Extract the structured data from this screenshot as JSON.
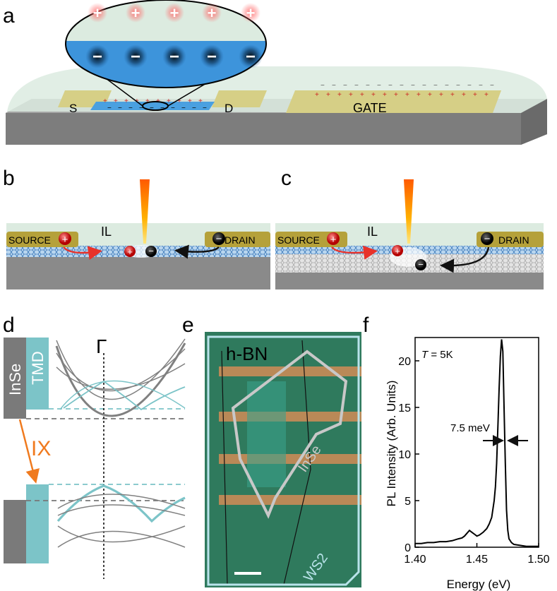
{
  "panels": {
    "a": {
      "letter": "a",
      "source_label": "S",
      "drain_label": "D",
      "gate_label": "GATE",
      "zoom_plus": "+",
      "zoom_minus": "−"
    },
    "b": {
      "letter": "b",
      "il_label": "IL",
      "source_label": "SOURCE",
      "drain_label": "DRAIN",
      "plus": "+",
      "minus": "−"
    },
    "c": {
      "letter": "c",
      "il_label": "IL",
      "source_label": "SOURCE",
      "drain_label": "DRAIN",
      "plus": "+",
      "minus": "−"
    },
    "d": {
      "letter": "d",
      "inse_label": "InSe",
      "tmd_label": "TMD",
      "gamma_label": "Γ",
      "ix_label": "IX"
    },
    "e": {
      "letter": "e",
      "hbn_label": "h-BN",
      "inse_label": "InSe",
      "ws2_label": "WS2"
    },
    "f": {
      "letter": "f",
      "temperature_label": "T",
      "temperature_value": " = 5K",
      "linewidth_label": "7.5 meV"
    }
  },
  "colors": {
    "substrate": "#8a8a8a",
    "ionic_liquid": "#dcebe0",
    "electrode": "#d6cf86",
    "blue_layer": "#3d94db",
    "tmd_teal": "#7cc4c8",
    "inse_gray": "#7a7a7a",
    "ix_arrow": "#f07a1e",
    "optical_green": "#2f7a5d",
    "optical_stripe": "#c98b57"
  },
  "chart_data": {
    "type": "line",
    "title": "",
    "xlabel": "Energy (eV)",
    "ylabel": "PL Intensity (Arb. Units)",
    "xlim": [
      1.4,
      1.5
    ],
    "ylim": [
      0,
      22.5
    ],
    "x_ticks": [
      "1.40",
      "1.45",
      "1.50"
    ],
    "y_ticks": [
      "0",
      "5",
      "10",
      "15",
      "20"
    ],
    "x_tick_values": [
      1.4,
      1.45,
      1.5
    ],
    "y_tick_values": [
      0,
      5,
      10,
      15,
      20
    ],
    "grid": false,
    "series": [
      {
        "x": [
          1.4,
          1.405,
          1.41,
          1.415,
          1.42,
          1.425,
          1.43,
          1.435,
          1.438,
          1.44,
          1.442,
          1.444,
          1.446,
          1.448,
          1.45,
          1.452,
          1.455,
          1.458,
          1.46,
          1.462,
          1.464,
          1.465,
          1.466,
          1.467,
          1.468,
          1.469,
          1.47,
          1.471,
          1.472,
          1.473,
          1.474,
          1.475,
          1.476,
          1.478,
          1.48,
          1.485,
          1.49,
          1.495,
          1.5
        ],
        "y": [
          0.4,
          0.4,
          0.5,
          0.5,
          0.6,
          0.6,
          0.7,
          0.9,
          1.0,
          1.2,
          1.5,
          1.8,
          1.6,
          1.4,
          1.2,
          1.3,
          1.6,
          2.0,
          2.5,
          3.2,
          5.0,
          6.5,
          9.0,
          13.0,
          17.0,
          20.5,
          22.3,
          21.0,
          15.0,
          9.0,
          4.0,
          1.8,
          0.9,
          0.5,
          0.3,
          0.2,
          0.1,
          0.1,
          0.1
        ]
      }
    ]
  }
}
